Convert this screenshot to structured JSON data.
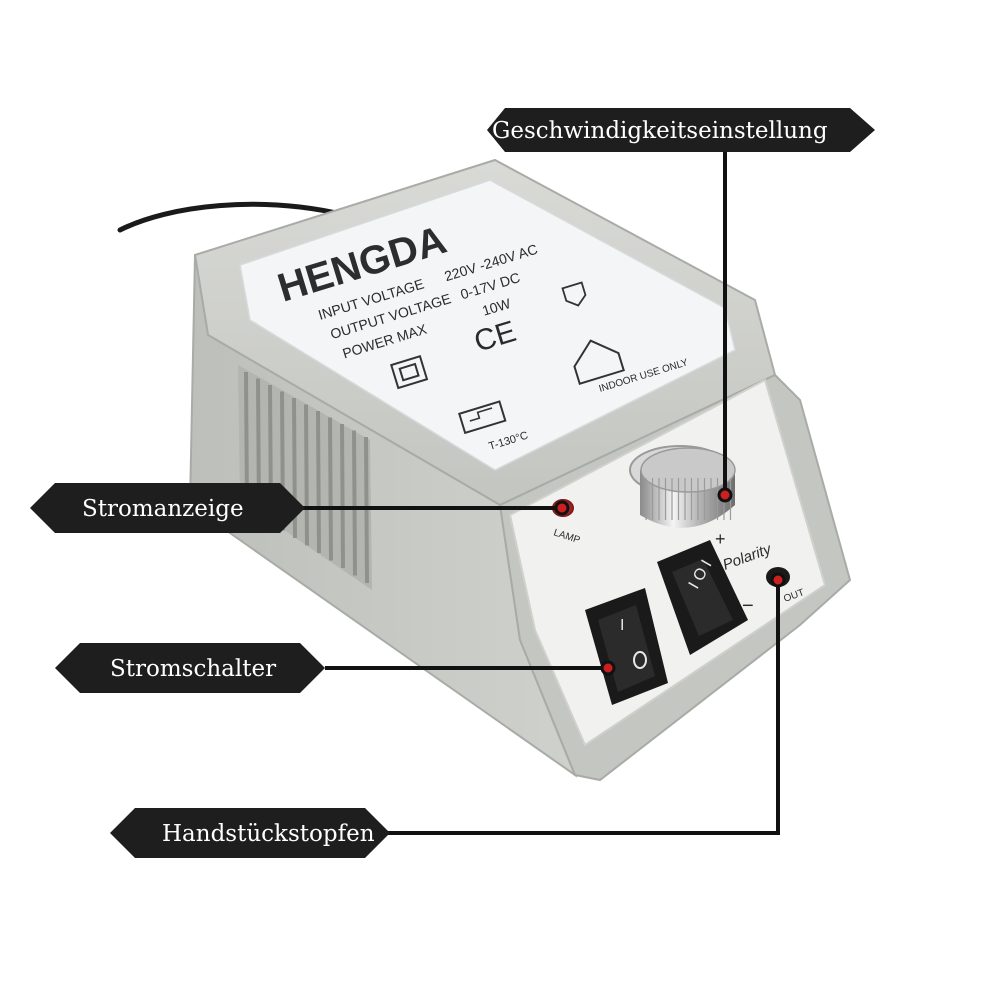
{
  "device": {
    "brand": "HENGDA",
    "specs": [
      {
        "label": "INPUT VOLTAGE",
        "value": "220V -240V AC"
      },
      {
        "label": "OUTPUT VOLTAGE",
        "value": "0-17V DC"
      },
      {
        "label": "POWER MAX",
        "value": "10W"
      }
    ],
    "ce_mark": "CE",
    "indoor_label": "INDOOR USE ONLY",
    "fuse_label": "T-130°C",
    "lamp_label": "LAMP",
    "polarity_label": "Polarity",
    "plus_sign": "+",
    "minus_sign": "−",
    "out_label": "OUT",
    "colors": {
      "housing": "#c9cbc7",
      "panel": "#f1f1ef",
      "label_sticker": "#f4f5f7",
      "switch": "#1a1a1a",
      "callout_bg": "#1e1e1e",
      "leader_line": "#111111",
      "marker": "#cc1f1f"
    }
  },
  "callouts": {
    "speed": "Geschwindigkeitseinstellung",
    "lamp": "Stromanzeige",
    "power_switch": "Stromschalter",
    "handpiece": "Handstückstopfen"
  }
}
